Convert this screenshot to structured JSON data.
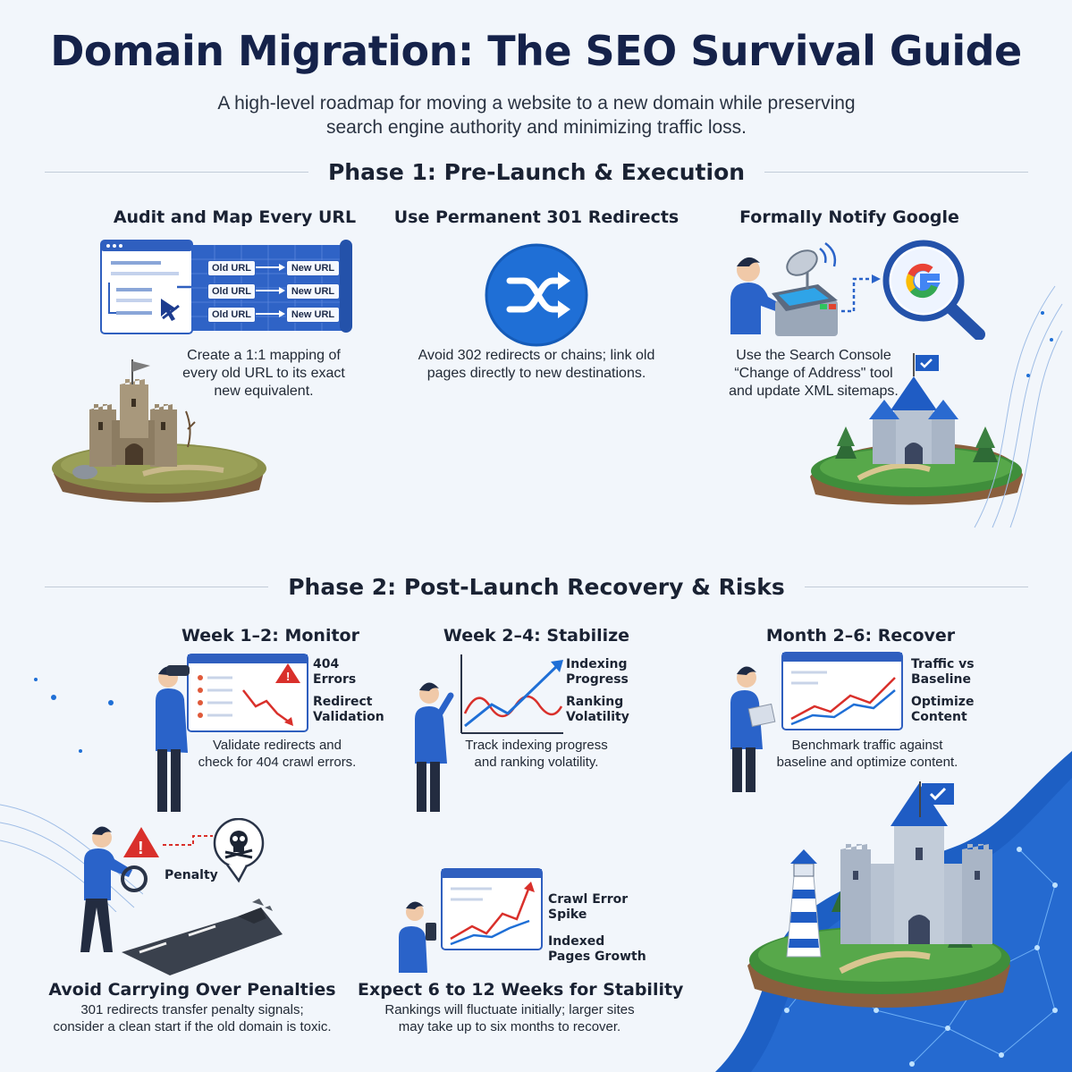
{
  "title": "Domain Migration: The SEO Survival Guide",
  "subtitle_line1": "A high-level roadmap for moving a website to a new domain while preserving",
  "subtitle_line2": "search engine authority and minimizing traffic loss.",
  "phase1": {
    "label": "Phase 1: Pre-Launch & Execution",
    "steps": [
      {
        "title": "Audit and Map Every URL",
        "caption_lines": [
          "Create a 1:1 mapping of",
          "every old URL to its exact",
          "new equivalent."
        ],
        "old_label": "Old URL",
        "new_label": "New URL"
      },
      {
        "title": "Use Permanent 301 Redirects",
        "caption_lines": [
          "Avoid 302 redirects or chains; link old",
          "pages directly to new destinations."
        ]
      },
      {
        "title": "Formally Notify Google",
        "caption_lines": [
          "Use the Search Console",
          "“Change of Address\" tool",
          "and update XML sitemaps."
        ]
      }
    ]
  },
  "phase2": {
    "label": "Phase 2: Post-Launch Recovery & Risks",
    "steps": [
      {
        "title": "Week 1–2: Monitor",
        "side_labels": [
          "404 Errors",
          "Redirect Validation"
        ],
        "caption_lines": [
          "Validate redirects and",
          "check for 404 crawl errors."
        ]
      },
      {
        "title": "Week 2–4: Stabilize",
        "side_labels": [
          "Indexing Progress",
          "Ranking Volatility"
        ],
        "caption_lines": [
          "Track indexing progress",
          "and ranking volatility."
        ]
      },
      {
        "title": "Month 2–6: Recover",
        "side_labels": [
          "Traffic vs Baseline",
          "Optimize Content"
        ],
        "caption_lines": [
          "Benchmark traffic against",
          "baseline and optimize content."
        ]
      }
    ]
  },
  "bottom": {
    "penalties": {
      "title": "Avoid Carrying Over Penalties",
      "penalty_label": "Penalty",
      "caption_lines": [
        "301 redirects transfer penalty signals;",
        "consider a clean start if the old domain is toxic."
      ]
    },
    "stability": {
      "title": "Expect 6 to 12 Weeks for Stability",
      "side_labels": [
        "Crawl Error Spike",
        "Indexed Pages Growth"
      ],
      "caption_lines": [
        "Rankings will fluctuate initially; larger sites",
        "may take up to six months to recover."
      ]
    }
  },
  "colors": {
    "title": "#15224a",
    "accent_blue": "#1f6fd6",
    "alert_red": "#d9302b",
    "background": "#f2f6fb"
  },
  "icons": [
    "shuffle-icon",
    "google-magnifier-icon",
    "warning-icon",
    "skull-icon",
    "satellite-dish-icon",
    "flag-check-icon"
  ]
}
